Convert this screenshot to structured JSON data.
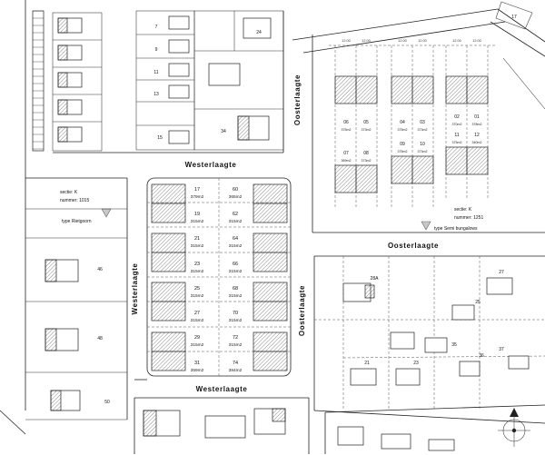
{
  "streets": {
    "top": "Westerlaagte",
    "bottom": "Westerlaagte",
    "left": "Westerlaagte",
    "upper": "Oosterlaagte",
    "lower": "Oosterlaagte",
    "right": "Oosterlaagte"
  },
  "legend_left": {
    "sectie": "sectie: K",
    "nummer": "nummer: 1015",
    "type": "type Rietgoorn"
  },
  "legend_right": {
    "sectie": "sectie: K",
    "nummer": "nummer: 1251",
    "type": "type Semi bungalows"
  },
  "central_block": {
    "left": [
      {
        "num": "17",
        "area": "379m2"
      },
      {
        "num": "19",
        "area": "315m2"
      },
      {
        "num": "21",
        "area": "315m2"
      },
      {
        "num": "23",
        "area": "315m2"
      },
      {
        "num": "25",
        "area": "315m2"
      },
      {
        "num": "27",
        "area": "315m2"
      },
      {
        "num": "29",
        "area": "315m2"
      },
      {
        "num": "31",
        "area": "359m2"
      }
    ],
    "right": [
      {
        "num": "60",
        "area": "365m2"
      },
      {
        "num": "62",
        "area": "315m2"
      },
      {
        "num": "64",
        "area": "315m2"
      },
      {
        "num": "66",
        "area": "315m2"
      },
      {
        "num": "68",
        "area": "315m2"
      },
      {
        "num": "70",
        "area": "315m2"
      },
      {
        "num": "72",
        "area": "315m2"
      },
      {
        "num": "74",
        "area": "384m2"
      }
    ]
  },
  "north_block": {
    "row1": [
      {
        "num": "06",
        "area": "375m2"
      },
      {
        "num": "05",
        "area": "373m2"
      },
      {
        "num": "04",
        "area": "375m2"
      },
      {
        "num": "03",
        "area": "373m2"
      },
      {
        "num": "02",
        "area": "370m2"
      },
      {
        "num": "01",
        "area": "378m2"
      }
    ],
    "row2": [
      {
        "num": "07",
        "area": "369m2"
      },
      {
        "num": "08",
        "area": "373m2"
      },
      {
        "num": "09",
        "area": "375m2"
      },
      {
        "num": "10",
        "area": "373m2"
      },
      {
        "num": "11",
        "area": "375m2"
      },
      {
        "num": "12",
        "area": "340m2"
      }
    ]
  },
  "house_numbers": {
    "n7": "7",
    "n9": "9",
    "n11": "11",
    "n13": "13",
    "n15": "15",
    "n24": "24",
    "n34": "34",
    "n17": "17",
    "n46": "46",
    "n48": "48",
    "n50": "50",
    "n28a": "28A",
    "n27": "27",
    "n25": "25",
    "n35": "35",
    "n36": "36",
    "n37": "37",
    "n21": "21",
    "n23": "23"
  },
  "dimensions": {
    "lot_width": "12.00"
  }
}
